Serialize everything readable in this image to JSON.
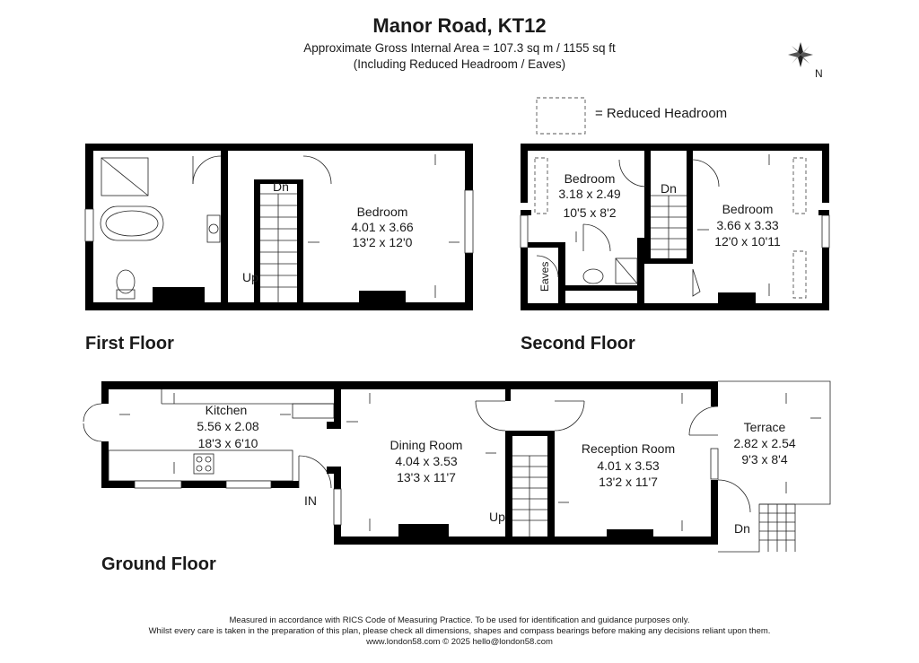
{
  "header": {
    "title": "Manor Road, KT12",
    "area_line": "Approximate Gross Internal Area = 107.3 sq m / 1155 sq ft",
    "note_line": "(Including Reduced Headroom / Eaves)"
  },
  "compass": {
    "label": "N"
  },
  "legend": {
    "label": "= Reduced Headroom"
  },
  "floors": {
    "first": "First Floor",
    "second": "Second Floor",
    "ground": "Ground Floor"
  },
  "rooms": {
    "first_bedroom": {
      "name": "Bedroom",
      "metric": "4.01 x 3.66",
      "imperial": "13'2 x 12'0"
    },
    "second_bedroom_left": {
      "name": "Bedroom",
      "metric": "3.18 x 2.49",
      "imperial": "10'5 x 8'2"
    },
    "second_bedroom_right": {
      "name": "Bedroom",
      "metric": "3.66 x 3.33",
      "imperial": "12'0 x 10'11"
    },
    "kitchen": {
      "name": "Kitchen",
      "metric": "5.56 x 2.08",
      "imperial": "18'3 x 6'10"
    },
    "dining": {
      "name": "Dining Room",
      "metric": "4.04 x 3.53",
      "imperial": "13'3 x 11'7"
    },
    "reception": {
      "name": "Reception Room",
      "metric": "4.01 x 3.53",
      "imperial": "13'2 x 11'7"
    },
    "terrace": {
      "name": "Terrace",
      "metric": "2.82 x 2.54",
      "imperial": "9'3 x 8'4"
    }
  },
  "labels": {
    "first_dn": "Dn",
    "first_up": "Up",
    "second_dn": "Dn",
    "eaves": "Eaves",
    "ground_up": "Up",
    "terrace_dn": "Dn",
    "entrance": "IN"
  },
  "footer": {
    "line1": "Measured in accordance with RICS Code of Measuring Practice. To be used for identification and guidance purposes only.",
    "line2": "Whilst every care is taken in the preparation of this plan, please check all dimensions, shapes and compass bearings before making any decisions reliant upon them.",
    "line3": "www.london58.com © 2025 hello@london58.com"
  }
}
